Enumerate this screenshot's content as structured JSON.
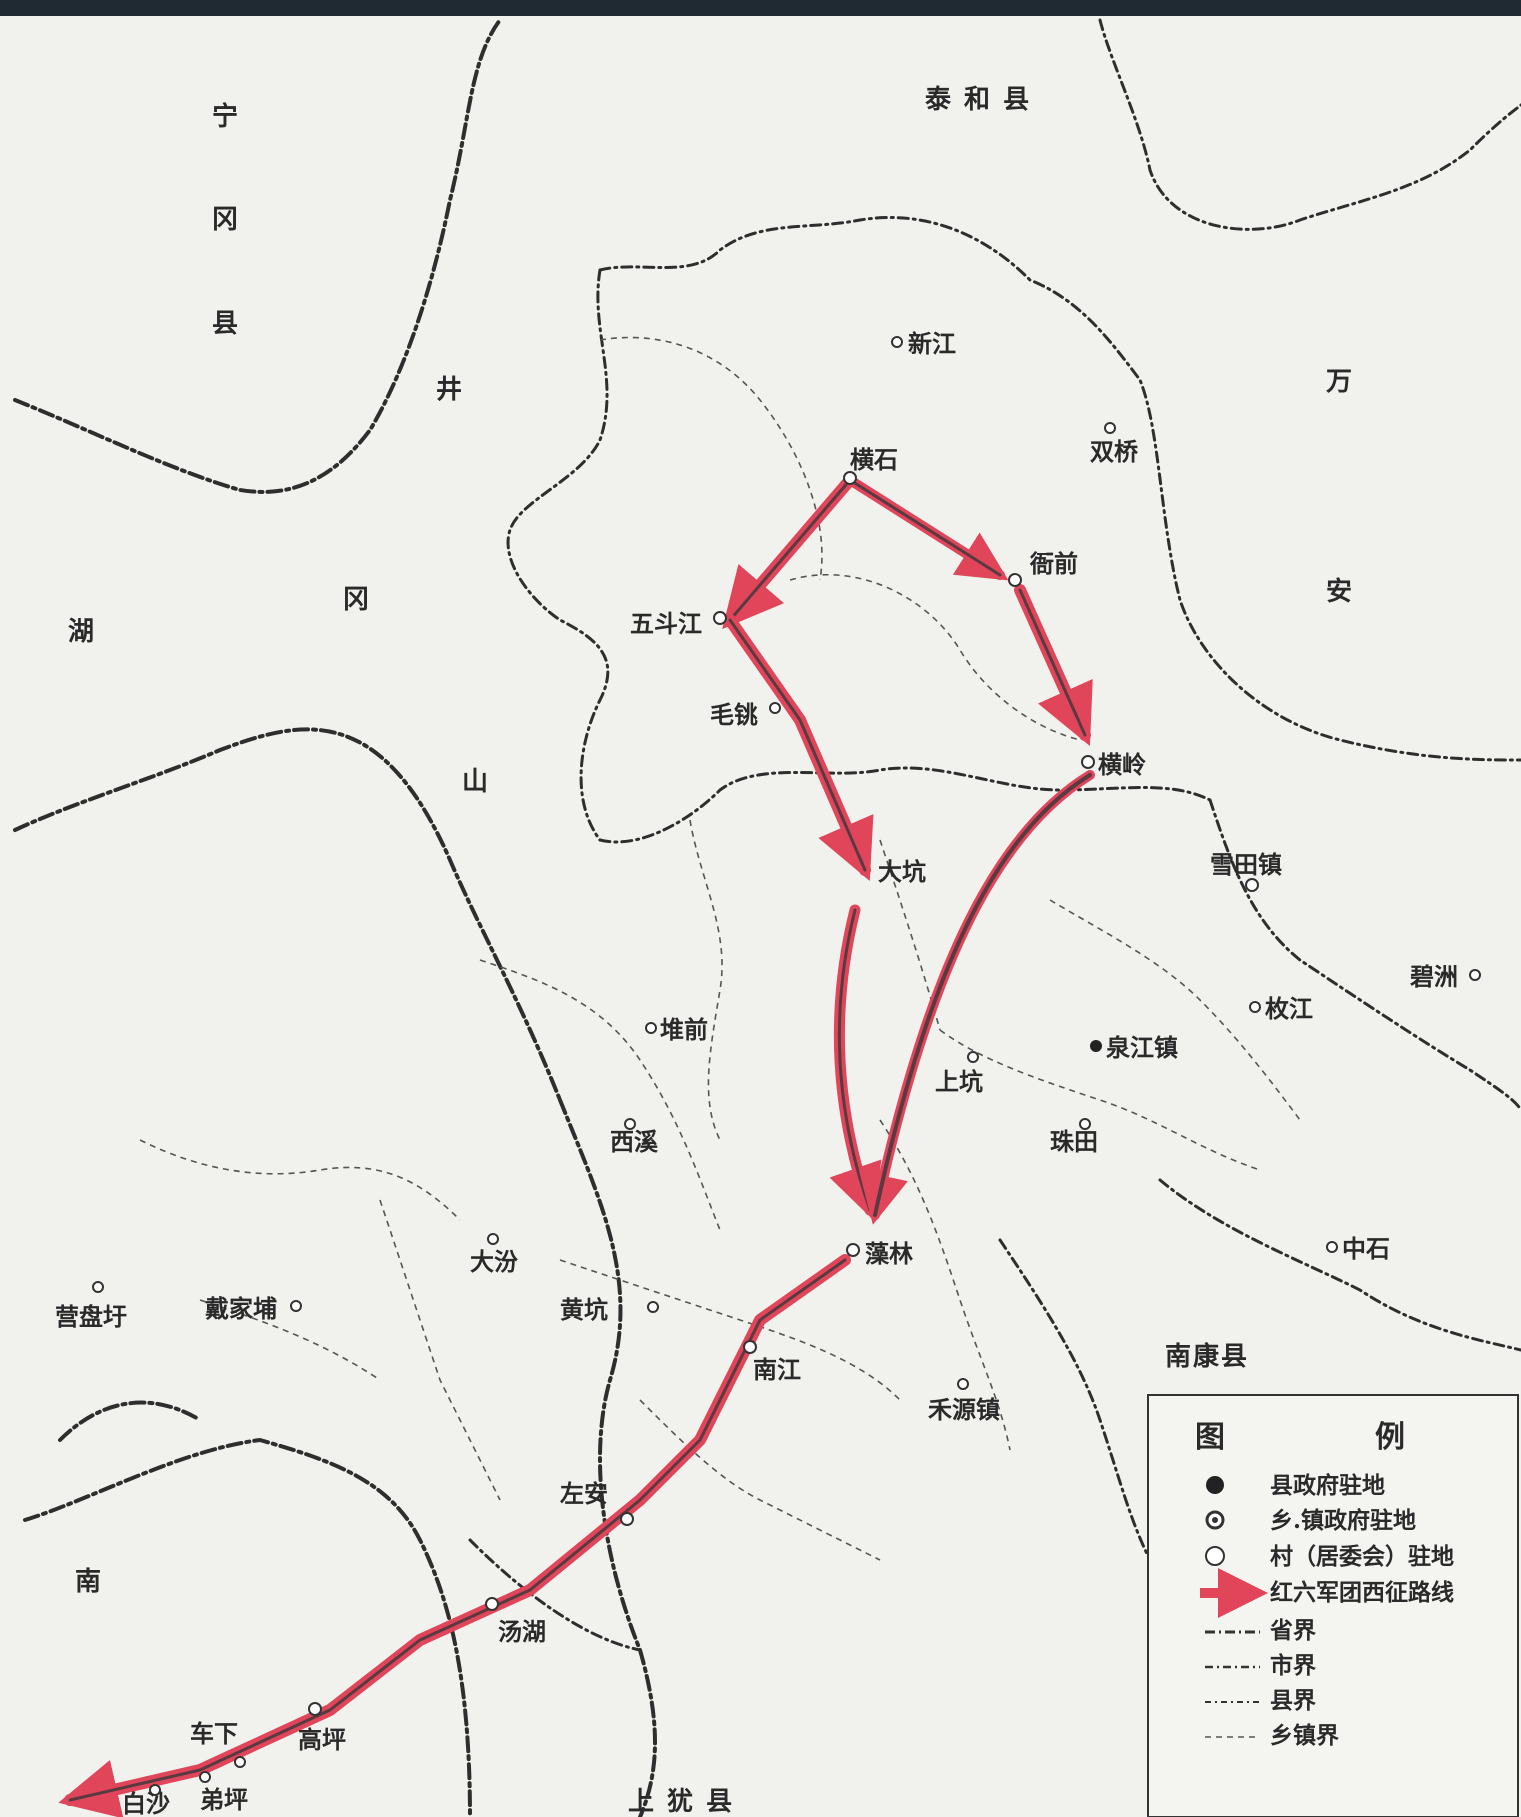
{
  "regions": {
    "taihe": "泰 和 县",
    "ninggang": [
      "宁",
      "冈",
      "县"
    ],
    "jinggangshan": [
      "井",
      "冈",
      "山"
    ],
    "wanan": [
      "万",
      "安"
    ],
    "hunan": [
      "湖",
      "南"
    ],
    "shangyou": "上 犹 县",
    "nankang": "南康县"
  },
  "towns": {
    "xinjiang": "新江",
    "shuangqiao": "双桥",
    "hengshi": "横石",
    "yaqian": "衙前",
    "wudoujiang": "五斗江",
    "maodu": "毛铫",
    "hengling": "横岭",
    "dakeng": "大坑",
    "xuetian": "雪田镇",
    "bizhou": "碧洲",
    "zhijiang": "枚江",
    "duiqian": "堆前",
    "quanjiang": "泉江镇",
    "shangkeng": "上坑",
    "zhutian": "珠田",
    "xixi": "西溪",
    "zaolin": "藻林",
    "zhongshi": "中石",
    "dafen": "大汾",
    "yingpanyu": "营盘圩",
    "daijiapu": "戴家埔",
    "huangkeng": "黄坑",
    "nanjiang": "南江",
    "heyuan": "禾源镇",
    "zuoan": "左安",
    "tanghu": "汤湖",
    "gaoping": "高坪",
    "chexia": "车下",
    "diping": "弟坪",
    "baisha": "白沙"
  },
  "legend": {
    "title_1": "图",
    "title_2": "例",
    "items": [
      "县政府驻地",
      "乡.镇政府驻地",
      "村（居委会）驻地",
      "红六军团西征路线",
      "省界",
      "市界",
      "县界",
      "乡镇界"
    ]
  },
  "colors": {
    "route_red": "#e0455a",
    "route_dark": "#5a3a40",
    "boundary": "#2e2e2e",
    "paper": "#f1f2ee",
    "header_bar": "#1f2a33"
  }
}
